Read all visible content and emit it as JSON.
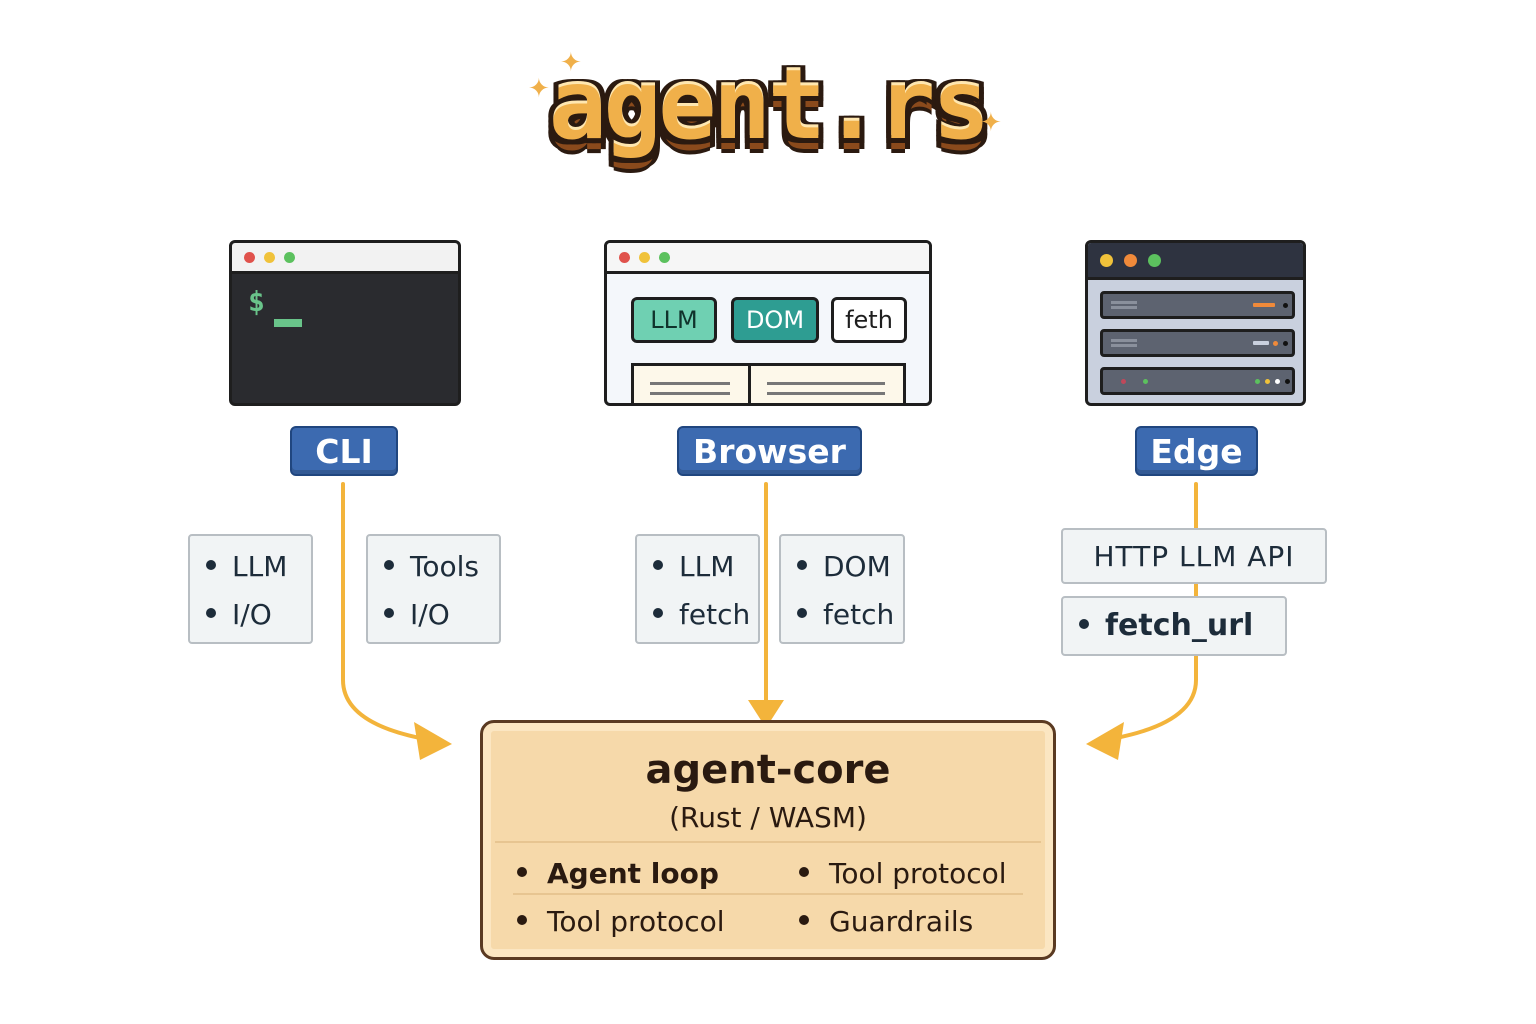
{
  "logo": {
    "text": "agent.rs",
    "sparkles": [
      "✦",
      "✦",
      "✦"
    ]
  },
  "colors": {
    "accent_blue": "#3c6ab0",
    "arrow_orange": "#f3b43b",
    "core_fill": "#f6d9aa",
    "terminal_green": "#69c48a",
    "chip_green": "#6fd0b2",
    "chip_teal": "#2e9d92"
  },
  "cli": {
    "label": "CLI",
    "prompt": "$",
    "bullets_left": [
      "LLM",
      "I/O"
    ],
    "bullets_right": [
      "Tools",
      "I/O"
    ]
  },
  "browser": {
    "label": "Browser",
    "chips": [
      "LLM",
      "DOM",
      "feth"
    ],
    "bullets_left": [
      "LLM",
      "fetch"
    ],
    "bullets_right": [
      "DOM",
      "fetch"
    ]
  },
  "edge": {
    "label": "Edge",
    "api_box": "HTTP LLM API",
    "bullets": [
      "fetch_url"
    ]
  },
  "core": {
    "title": "agent-core",
    "subtitle": "(Rust / WASM)",
    "items_left": [
      "Agent loop",
      "Tool protocol"
    ],
    "items_right": [
      "Tool protocol",
      "Guardrails"
    ]
  }
}
